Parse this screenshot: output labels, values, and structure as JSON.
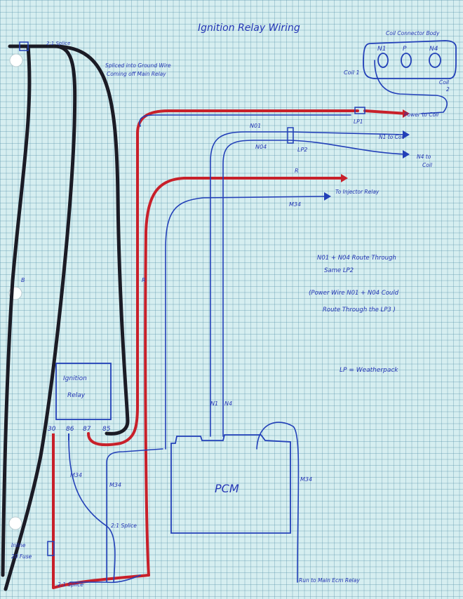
{
  "title": "Ignition Relay Wiring",
  "coil_pack": {
    "label": "Coil Connector Body",
    "pins": [
      "N1",
      "P",
      "N4"
    ],
    "left_tag": "Coil 1",
    "right_tag_line1": "Coil",
    "right_tag_line2": "2"
  },
  "splice_top": "2:1 Splice",
  "splice_note_line1": "Spliced into Ground Wire",
  "splice_note_line2": "Coming off Main Relay",
  "wiring": {
    "power_to_coil": "Power to Coil",
    "lp1": "LP1",
    "lp2": "LP2",
    "n01": "N01",
    "n04": "N04",
    "n1_to_coil": "N1 to Coil",
    "n4_to_coil_line1": "N4 to",
    "n4_to_coil_line2": "Coil",
    "r": "R",
    "to_injector_relay": "To Injector Relay",
    "m34": "M34"
  },
  "notes": {
    "line1": "N01 + N04 Route Through",
    "line2": "Same LP2",
    "line3": "(Power Wire N01 + N04 Could",
    "line4": "Route Through the LP3 )",
    "legend": "LP = Weatherpack"
  },
  "relay": {
    "title_line1": "Ignition",
    "title_line2": "Relay",
    "pins": [
      "30",
      "86",
      "87",
      "85"
    ]
  },
  "pcm_label": "PCM",
  "harness": {
    "n1": "N1",
    "n4": "N4",
    "m34_a": "M34",
    "m34_b": "M34",
    "m34_c": "M34",
    "splice_mid": "2:1 Splice",
    "splice_bot": "2:1 Splice",
    "inline_fuse_line1": "Inline",
    "inline_fuse_line2": "20 Fuse",
    "r_mark": "R",
    "b_mark": "B",
    "down_to_relay": "Run to Main Ecm Relay"
  }
}
